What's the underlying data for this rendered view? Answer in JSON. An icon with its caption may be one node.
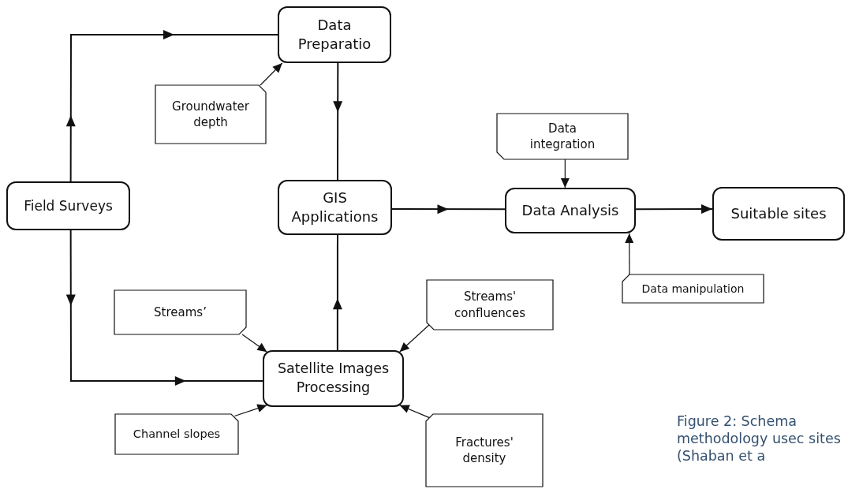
{
  "diagram": {
    "caption": "Figure 2: Schema methodology usec sites (Shaban et a",
    "nodes": [
      {
        "text": [
          "Data Preparatio"
        ]
      },
      {
        "text": [
          "Groundwater depth"
        ]
      },
      {
        "text": [
          "Field Surveys"
        ]
      },
      {
        "text": [
          "GIS Applications"
        ]
      },
      {
        "text": [
          "Data integration"
        ]
      },
      {
        "text": [
          "Data Analysis"
        ]
      },
      {
        "text": [
          "Suitable sites"
        ]
      },
      {
        "text": [
          "Data manipulation"
        ]
      },
      {
        "text": [
          "Streams’"
        ]
      },
      {
        "text": [
          "Streams' confluences"
        ]
      },
      {
        "text": [
          "Satellite Images Processing"
        ]
      },
      {
        "text": [
          "Channel slopes"
        ]
      },
      {
        "text": [
          "Fractures' density"
        ]
      }
    ],
    "edges": [
      {
        "from": 2,
        "to": 0,
        "arrow": "to"
      },
      {
        "from": 2,
        "to": 10,
        "arrow": "to"
      },
      {
        "from": 1,
        "to": 0,
        "arrow": "to"
      },
      {
        "from": 0,
        "to": 3,
        "arrow": "to"
      },
      {
        "from": 10,
        "to": 3,
        "arrow": "to"
      },
      {
        "from": 3,
        "to": 5,
        "arrow": "to"
      },
      {
        "from": 4,
        "to": 5,
        "arrow": "to"
      },
      {
        "from": 7,
        "to": 5,
        "arrow": "to"
      },
      {
        "from": 5,
        "to": 6,
        "arrow": "to"
      },
      {
        "from": 8,
        "to": 10,
        "arrow": "to"
      },
      {
        "from": 9,
        "to": 10,
        "arrow": "to"
      },
      {
        "from": 11,
        "to": 10,
        "arrow": "to"
      },
      {
        "from": 12,
        "to": 10,
        "arrow": "to"
      }
    ]
  }
}
